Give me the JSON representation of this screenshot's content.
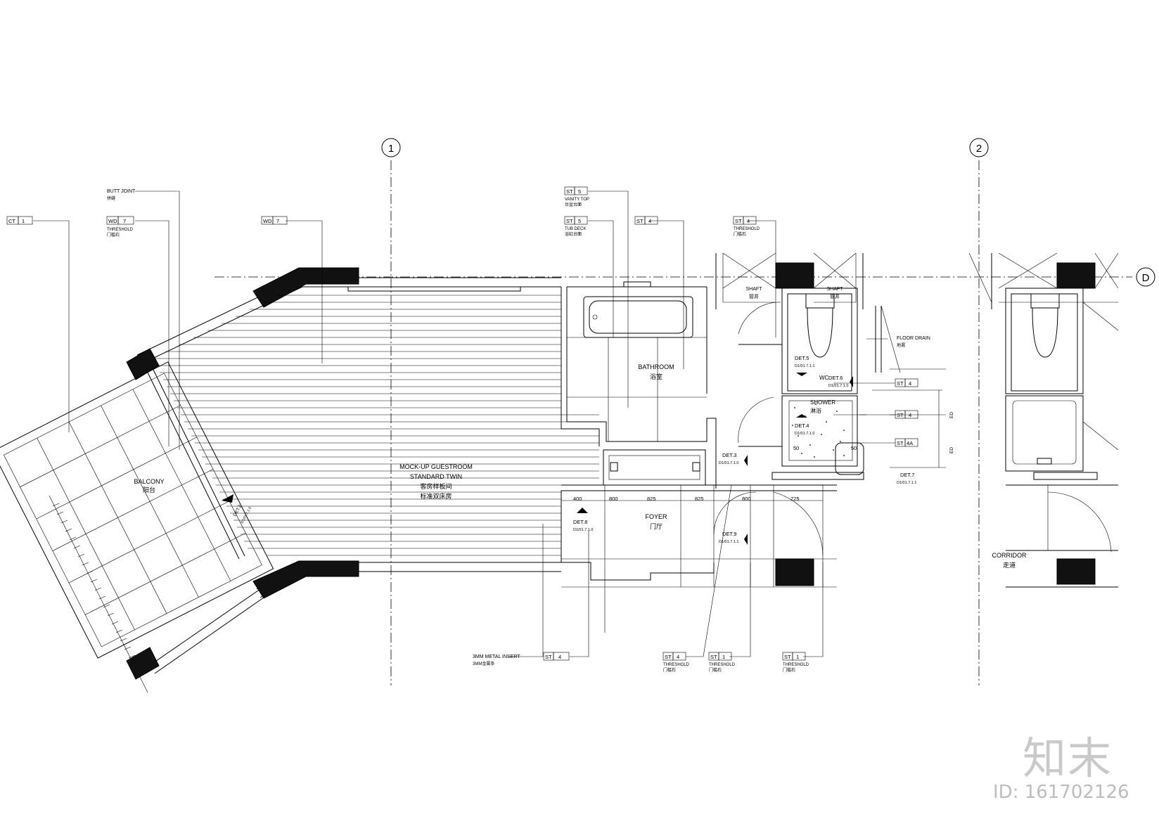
{
  "grid": {
    "col1": "1",
    "col2": "2",
    "rowD": "D"
  },
  "rooms": {
    "balcony": {
      "en": "BALCONY",
      "cn": "阳台"
    },
    "guestroom": {
      "l1": "MOCK-UP GUESTROOM",
      "l2": "STANDARD TWIN",
      "l3": "客房样板间",
      "l4": "标准双床房"
    },
    "bathroom": {
      "en": "BATHROOM",
      "cn": "浴室"
    },
    "foyer": {
      "en": "FOYER",
      "cn": "门厅"
    },
    "wc": {
      "en": "WC"
    },
    "shower": {
      "en": "SHOWER",
      "cn": "淋浴"
    },
    "corridor": {
      "en": "CORRIDOR",
      "cn": "走道"
    },
    "shaft1": {
      "en": "SHAFT",
      "cn": "管井"
    },
    "shaft2": {
      "en": "SHAFT",
      "cn": "管井"
    }
  },
  "tags": [
    {
      "code": "CT",
      "num": "1",
      "note": "",
      "note_cn": ""
    },
    {
      "code": "WD",
      "num": "7",
      "note": "THRESHOLD",
      "note_cn": "门槛石"
    },
    {
      "code": "WD",
      "num": "7",
      "note": "",
      "note_cn": ""
    },
    {
      "code": "ST",
      "num": "5",
      "note": "VANITY TOP",
      "note_cn": "台盆台面"
    },
    {
      "code": "ST",
      "num": "5",
      "note": "TUB DECK",
      "note_cn": "浴缸台面"
    },
    {
      "code": "ST",
      "num": "4",
      "note": "",
      "note_cn": ""
    },
    {
      "code": "ST",
      "num": "4",
      "note": "THRESHOLD",
      "note_cn": "门槛石"
    },
    {
      "code": "ST",
      "num": "4",
      "note": "",
      "note_cn": ""
    },
    {
      "code": "ST",
      "num": "4",
      "note": "",
      "note_cn": ""
    },
    {
      "code": "ST",
      "num": "4A",
      "note": "",
      "note_cn": ""
    },
    {
      "code": "ST",
      "num": "4",
      "note": "",
      "note_cn": ""
    },
    {
      "code": "ST",
      "num": "4",
      "note": "THRESHOLD",
      "note_cn": "门槛石"
    },
    {
      "code": "ST",
      "num": "1",
      "note": "THRESHOLD",
      "note_cn": "门槛石"
    },
    {
      "code": "ST",
      "num": "1",
      "note": "THRESHOLD",
      "note_cn": "门槛石"
    }
  ],
  "labels": {
    "butt_joint": "BUTT JOINT",
    "butt_joint_cn": "拼缝",
    "floor_drain": "FLOOR DRAIN",
    "floor_drain_cn": "地漏",
    "metal_insert": "3MM METAL INSERT",
    "metal_insert_cn": "3MM金属条"
  },
  "details": [
    {
      "det": "DET.5",
      "ref": "D1/01.7.1.1"
    },
    {
      "det": "DET.6",
      "ref": "D1/01.7.1.0"
    },
    {
      "det": "DET.4",
      "ref": "D1/01.7.1.0"
    },
    {
      "det": "DET.7",
      "ref": "D1/01.7.1.1"
    },
    {
      "det": "DET.3",
      "ref": "D1/01.7.1.0"
    },
    {
      "det": "DET.8",
      "ref": "D1/01.7.1.0"
    },
    {
      "det": "DET.9",
      "ref": "D1/01.7.1.1"
    },
    {
      "det": "DET.2",
      "ref": "D1/01.7.1.0"
    }
  ],
  "dimensions": [
    "400",
    "800",
    "825",
    "825",
    "800",
    "725",
    "50",
    "50",
    "ED",
    "ED"
  ],
  "watermark": {
    "logo": "知末",
    "id": "ID: 161702126"
  }
}
